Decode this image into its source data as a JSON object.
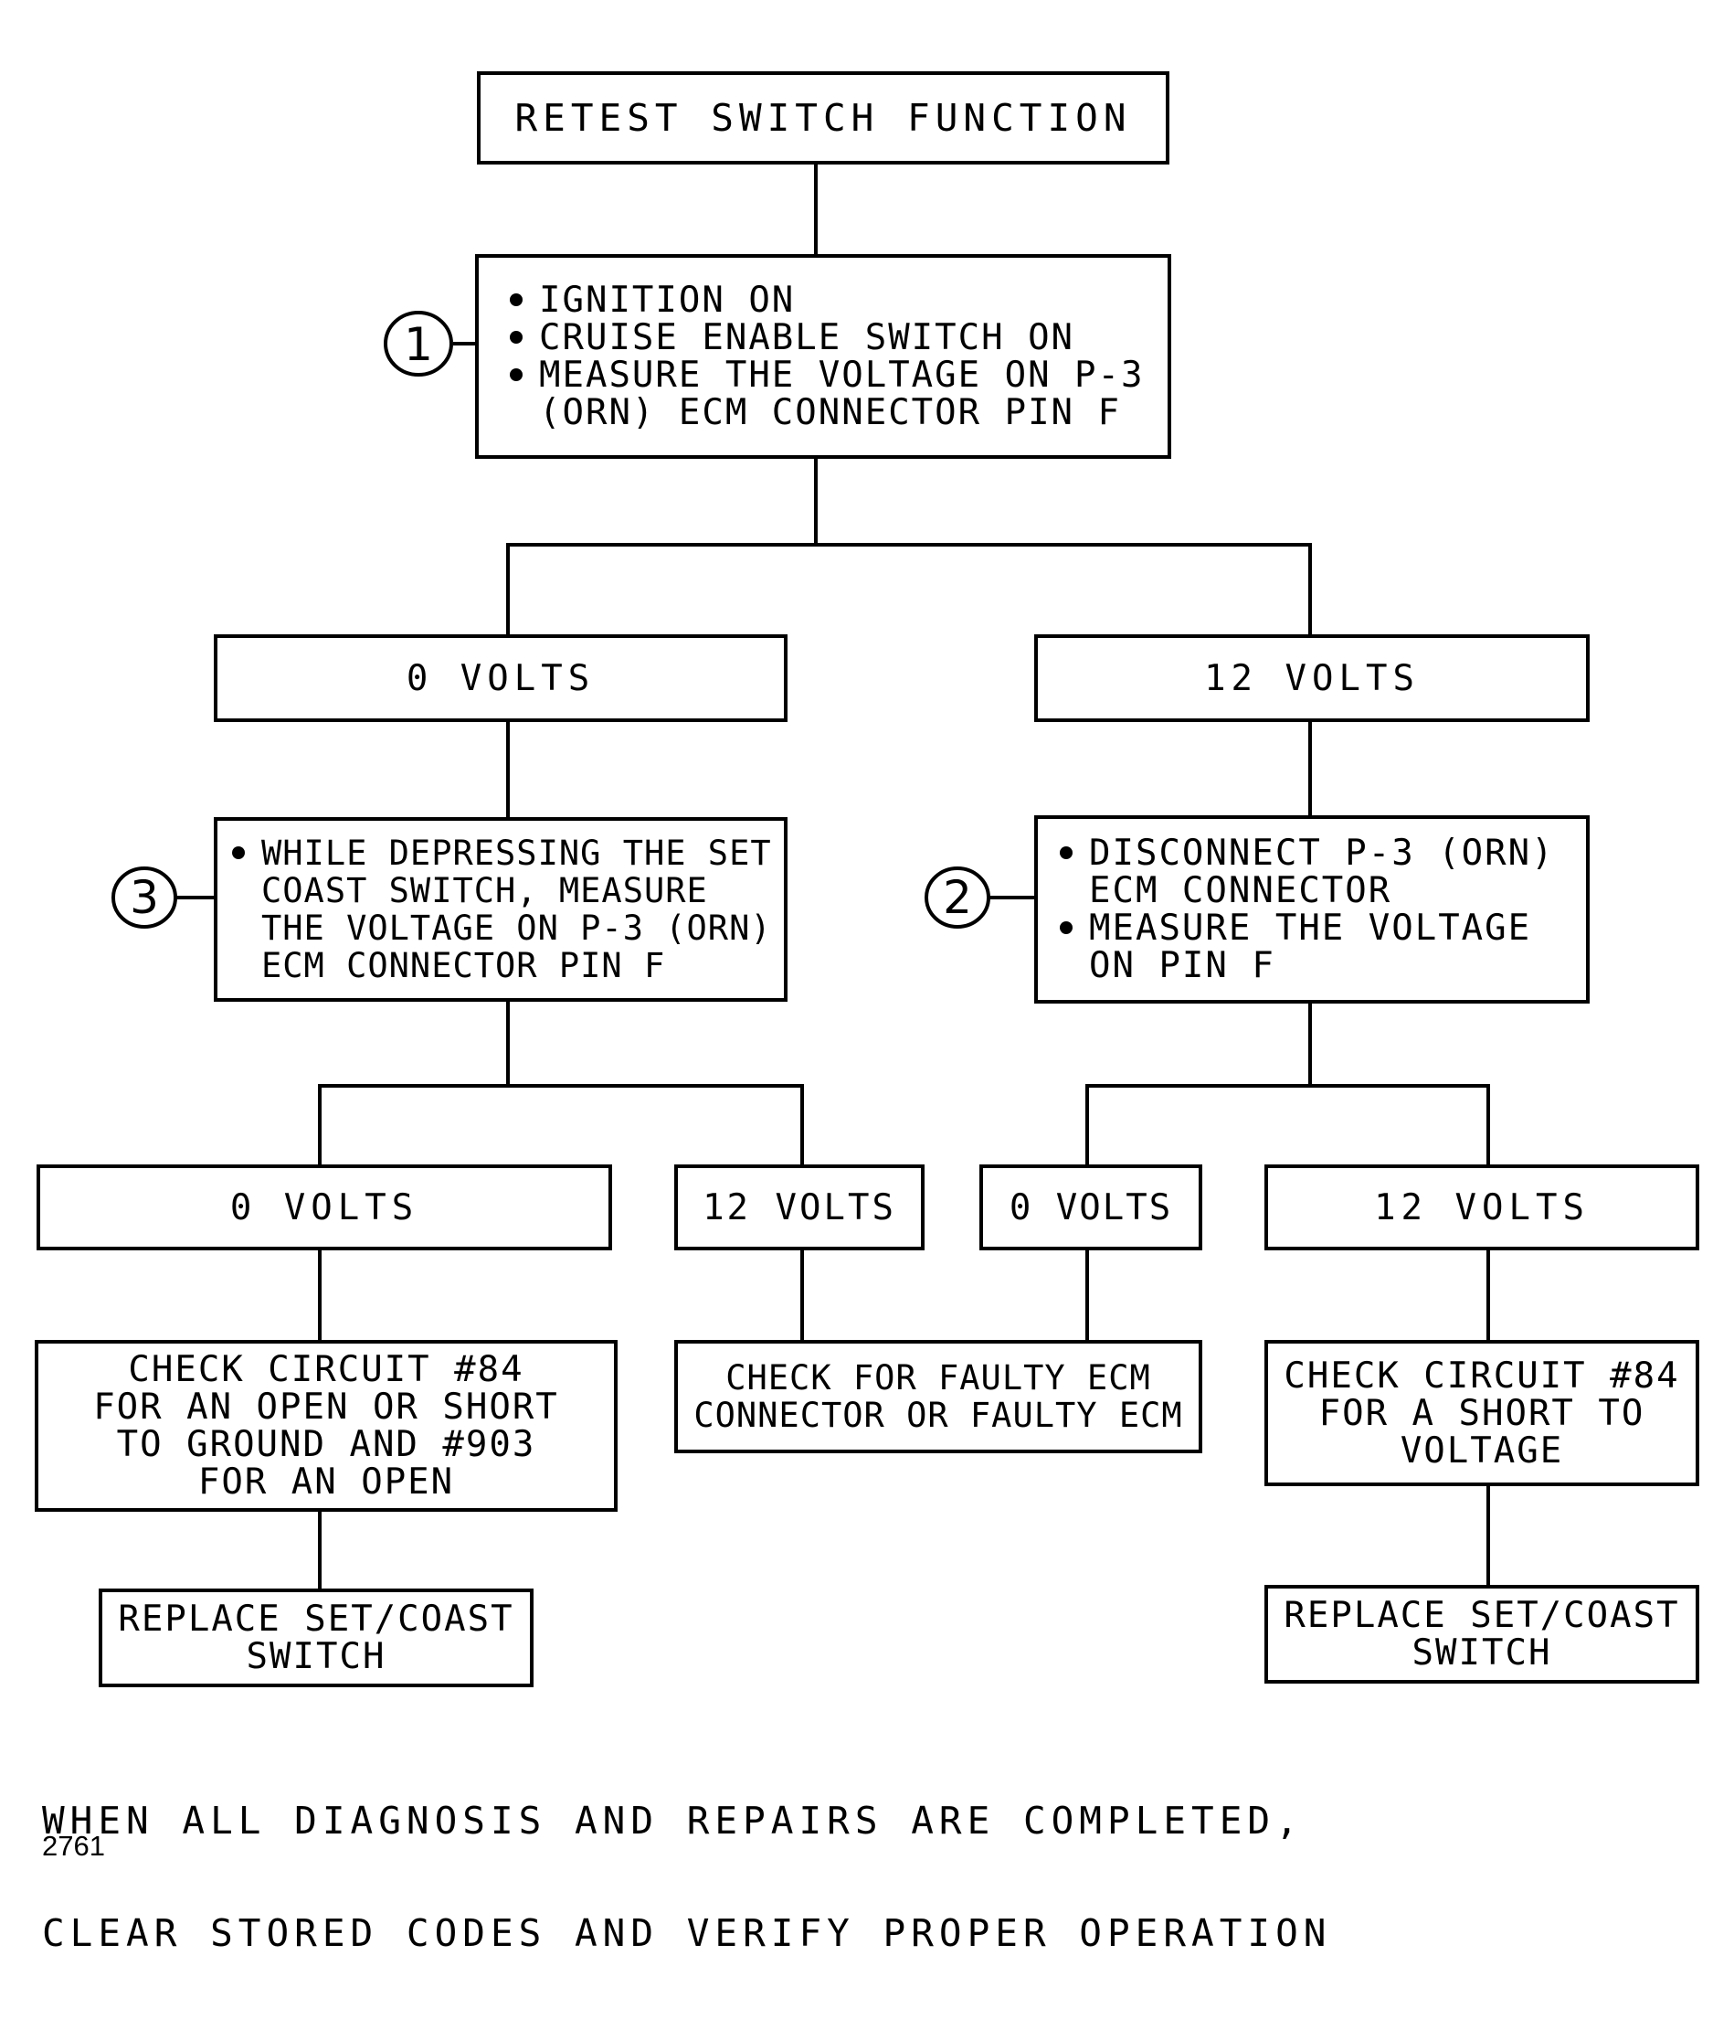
{
  "boxes": {
    "retest": {
      "text": "RETEST SWITCH FUNCTION"
    },
    "step1": {
      "bullets": [
        [
          "IGNITION ON"
        ],
        [
          "CRUISE ENABLE SWITCH ON"
        ],
        [
          "MEASURE THE VOLTAGE ON P-3",
          "(ORN) ECM CONNECTOR PIN F"
        ]
      ]
    },
    "left_0v": {
      "text": "0 VOLTS"
    },
    "right_12v": {
      "text": "12 VOLTS"
    },
    "step3": {
      "bullets": [
        [
          "WHILE DEPRESSING THE SET",
          "COAST SWITCH, MEASURE",
          "THE VOLTAGE ON P-3 (ORN)",
          "ECM CONNECTOR PIN F"
        ]
      ]
    },
    "step2": {
      "bullets": [
        [
          "DISCONNECT P-3 (ORN)",
          "ECM CONNECTOR"
        ],
        [
          "MEASURE THE VOLTAGE",
          "ON PIN F"
        ]
      ]
    },
    "ll_0v": {
      "text": "0 VOLTS"
    },
    "lr_12v": {
      "text": "12 VOLTS"
    },
    "rl_0v": {
      "text": "0 VOLTS"
    },
    "rr_12v": {
      "text": "12 VOLTS"
    },
    "check_84_open": {
      "lines": [
        "CHECK CIRCUIT #84",
        "FOR AN OPEN OR SHORT",
        "TO GROUND AND #903",
        "FOR AN OPEN"
      ]
    },
    "check_ecm": {
      "lines": [
        "CHECK FOR FAULTY ECM",
        "CONNECTOR OR FAULTY ECM"
      ]
    },
    "check_84_short": {
      "lines": [
        "CHECK CIRCUIT #84",
        "FOR A SHORT TO",
        "VOLTAGE"
      ]
    },
    "replace_left": {
      "lines": [
        "REPLACE SET/COAST",
        "SWITCH"
      ]
    },
    "replace_right": {
      "lines": [
        "REPLACE SET/COAST",
        "SWITCH"
      ]
    }
  },
  "callouts": {
    "step1": "1",
    "step2": "2",
    "step3": "3"
  },
  "footnote": {
    "line1": "WHEN ALL DIAGNOSIS AND REPAIRS ARE COMPLETED,",
    "line2": "CLEAR STORED CODES AND VERIFY PROPER OPERATION"
  },
  "figure_number": "2761",
  "colors": {
    "ink": "#000000",
    "paper": "#ffffff"
  }
}
